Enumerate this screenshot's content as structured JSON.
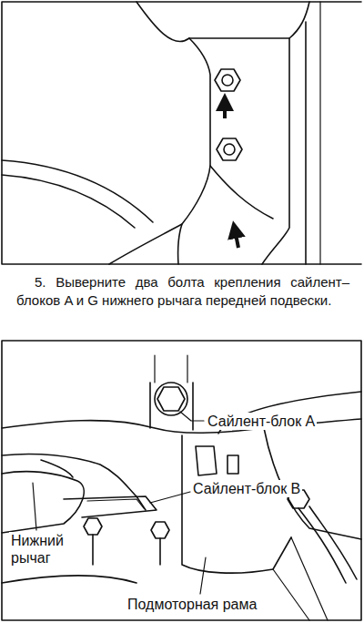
{
  "diagram": {
    "caption": "5. Выверните два болта крепления сайлент–блоков A и G нижнего рычага передней подвески.",
    "labels": [
      "Сайлент-блок A",
      "Сайлент-блок B",
      "Нижний рычаг",
      "Подмоторная рама"
    ]
  }
}
